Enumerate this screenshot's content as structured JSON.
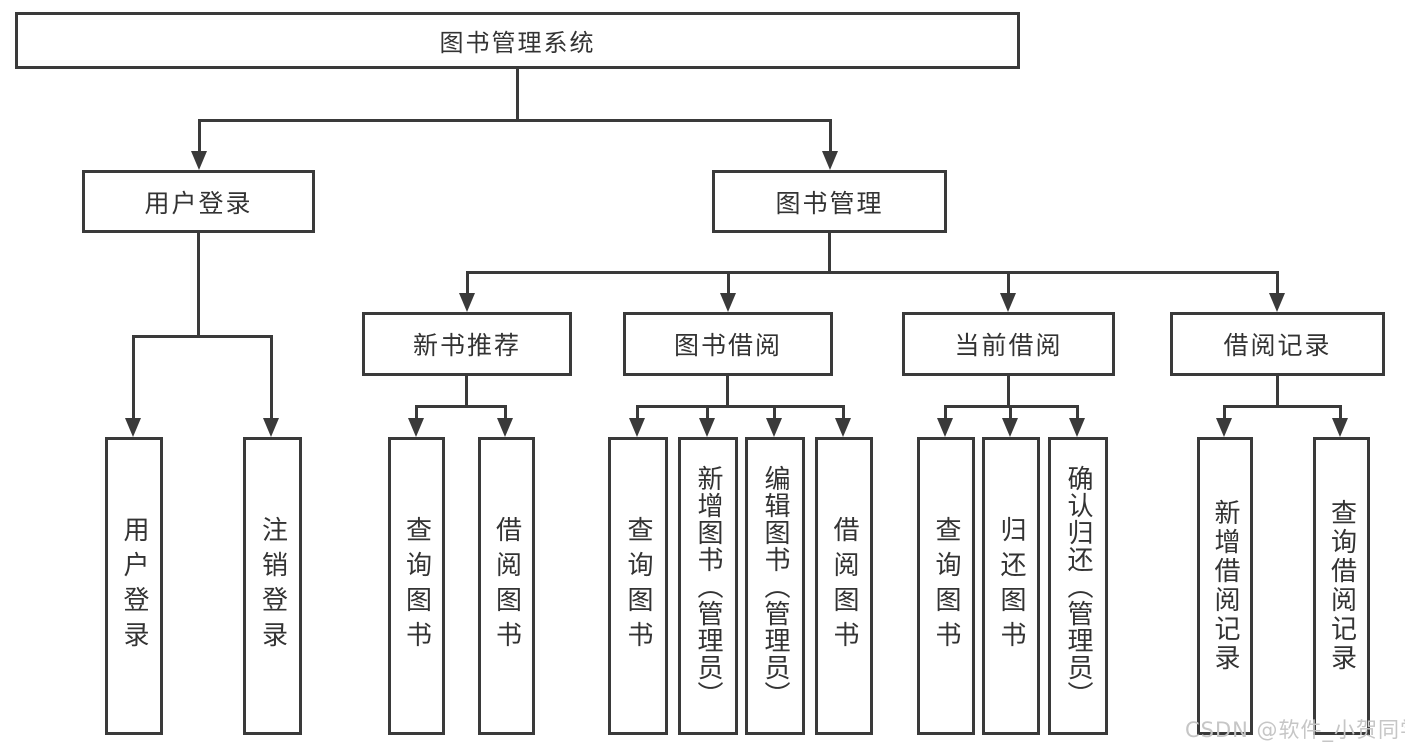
{
  "diagram": {
    "root": {
      "label": "图书管理系统"
    },
    "branches": [
      {
        "label": "用户登录",
        "leaves": [
          "用户登录",
          "注销登录"
        ]
      },
      {
        "label": "图书管理",
        "groups": [
          {
            "label": "新书推荐",
            "leaves": [
              "查询图书",
              "借阅图书"
            ]
          },
          {
            "label": "图书借阅",
            "leaves": [
              "查询图书",
              "新增图书（管理员）",
              "编辑图书（管理员）",
              "借阅图书"
            ]
          },
          {
            "label": "当前借阅",
            "leaves": [
              "查询图书",
              "归还图书",
              "确认归还（管理员）"
            ]
          },
          {
            "label": "借阅记录",
            "leaves": [
              "新增借阅记录",
              "查询借阅记录"
            ]
          }
        ]
      }
    ]
  },
  "watermark": {
    "text": "CSDN @软件_小贺同学",
    "color": "#c6c6c6"
  },
  "colors": {
    "line": "#3a3a3a",
    "text": "#333333",
    "background": "#ffffff"
  }
}
